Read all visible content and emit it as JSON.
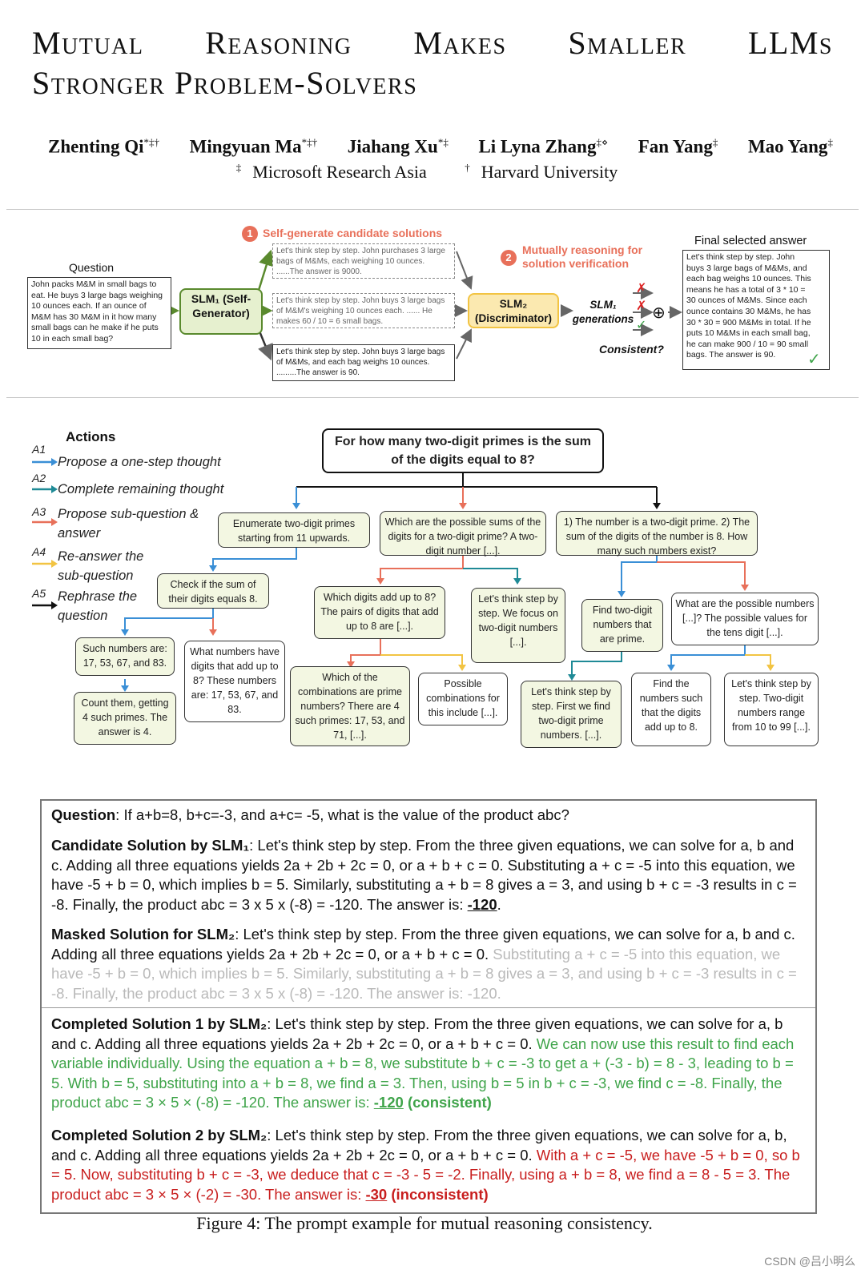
{
  "title": {
    "line1_words": [
      "Mutual",
      "Reasoning",
      "Makes",
      "Smaller",
      "LLMs"
    ],
    "line2": "Stronger Problem-Solvers"
  },
  "authors": [
    {
      "name": "Zhenting Qi",
      "sup": "*‡†"
    },
    {
      "name": "Mingyuan Ma",
      "sup": "*‡†"
    },
    {
      "name": "Jiahang Xu",
      "sup": "*‡"
    },
    {
      "name": "Li Lyna Zhang",
      "sup": "‡⋄"
    },
    {
      "name": "Fan Yang",
      "sup": "‡"
    },
    {
      "name": "Mao Yang",
      "sup": "‡"
    }
  ],
  "affiliations": [
    {
      "sup": "‡",
      "name": "Microsoft Research Asia"
    },
    {
      "sup": "†",
      "name": "Harvard University"
    }
  ],
  "fig1": {
    "step1_num": "1",
    "step1_label": "Self-generate candidate solutions",
    "step2_num": "2",
    "step2_label": "Mutually reasoning for solution verification",
    "question_label": "Question",
    "question_text": "John packs M&M in small bags to eat. He buys 3 large bags weighing 10 ounces each. If an ounce of M&M has 30 M&M in it how many small bags can he make if he puts 10 in each small bag?",
    "generator_label": "SLM₁ (Self-Generator)",
    "candidates": [
      "Let's think step by step. John purchases 3 large bags of M&Ms, each weighing 10 ounces. ......The answer is 9000.",
      "Let's think step by step. John buys 3 large bags of M&M's weighing 10 ounces each. ...... He makes 60 / 10 = 6 small bags.",
      "Let's think step by step. John buys 3 large bags of M&Ms, and each bag weighs 10 ounces. .........The answer is 90."
    ],
    "discriminator_label": "SLM₂ (Discriminator)",
    "generations_label": "SLM₁ generations",
    "consistent_label": "Consistent?",
    "cross_mark": "✗",
    "check_mark": "✓",
    "plus_mark": "⊕",
    "final_label": "Final selected answer",
    "final_text": "Let's think step by step. John buys 3 large bags of M&Ms, and each bag weighs 10 ounces. This means he has a total of 3 * 10 = 30 ounces of M&Ms. Since each ounce contains 30 M&Ms, he has 30 * 30 = 900 M&Ms in total. If he puts 10 M&Ms in each small bag, he can make 900 / 10 = 90 small bags. The answer is 90."
  },
  "fig2": {
    "actions_title": "Actions",
    "actions": [
      {
        "code": "A1",
        "label": "Propose a one-step thought",
        "color": "#3a8fd6"
      },
      {
        "code": "A2",
        "label": "Complete remaining thought",
        "color": "#1f8a96"
      },
      {
        "code": "A3",
        "label": "Propose sub-question & answer",
        "color": "#e8705a"
      },
      {
        "code": "A4",
        "label": "Re-answer the sub-question",
        "color": "#f2c443"
      },
      {
        "code": "A5",
        "label": "Rephrase the question",
        "color": "#111111"
      }
    ],
    "root": "For how many two-digit primes is the sum of the digits equal to 8?",
    "nodes": {
      "n1": "Enumerate two-digit primes starting from 11 upwards.",
      "n2": "Which are the possible sums of the digits for a two-digit prime? A two-digit number [...].",
      "n3": "1) The number is a two-digit prime. 2) The sum of the digits of the number is 8. How many such numbers exist?",
      "n4": "Check if the sum of their digits equals 8.",
      "n5": "Which digits add up to 8? The pairs of digits that add up to 8 are [...].",
      "n6": "Let's think step by step. We focus on two-digit numbers [...].",
      "n7": "Find two-digit numbers that are prime.",
      "n8": "What are the possible numbers [...]? The possible values for the tens digit [...].",
      "n9": "Such numbers are: 17, 53, 67, and 83.",
      "n10": "What numbers have digits that add up to 8? These numbers are: 17, 53, 67, and 83.",
      "n11": "Which of the combinations are prime numbers? There are 4 such primes: 17, 53, and 71, [...].",
      "n12": "Possible combinations for this include [...].",
      "n13": "Let's think step by step. First we find two-digit prime numbers. [...].",
      "n14": "Find the numbers such that the digits add up to 8.",
      "n15": "Let's think step by step. Two-digit numbers range from 10 to 99 [...].",
      "n16": "Count them, getting 4 such primes. The answer is 4."
    }
  },
  "fig3": {
    "q_label": "Question",
    "q_text": ": If a+b=8, b+c=-3, and a+c= -5, what is the value of the product abc?",
    "cand_label": "Candidate Solution by SLM₁",
    "cand_text": ": Let's think step by step. From the three given equations, we can solve for a, b and c. Adding all three equations yields 2a + 2b + 2c = 0, or a + b + c = 0. Substituting a + c = -5 into this equation, we have -5 + b = 0, which implies b = 5. Similarly, substituting a + b = 8 gives a = 3, and using b + c = -3 results in c = -8. Finally, the product abc = 3 x 5 x (-8) = -120. The answer is: ",
    "cand_answer": "-120",
    "cand_end": ".",
    "masked_label": "Masked Solution for SLM₂",
    "masked_kept": ": Let's think step by step. From the three given equations, we can solve for a, b and c. Adding all three equations yields 2a + 2b + 2c = 0, or a + b + c = 0. ",
    "masked_grey": "Substituting a + c = -5 into this equation, we have -5 + b = 0, which implies b = 5. Similarly, substituting a + b = 8 gives a = 3, and using b + c = -3 results in c = -8. Finally, the product abc = 3 x 5 x (-8) = -120. The answer is: -120.",
    "comp1_label": "Completed Solution 1 by SLM₂",
    "comp1_kept": ": Let's think step by step. From the three given equations, we can solve for a, b and c. Adding all three equations yields 2a + 2b + 2c = 0, or a + b + c = 0. ",
    "comp1_green": "We can now use this result to find each variable individually. Using the equation a + b = 8, we substitute b + c = -3 to get a + (-3 - b) = 8 - 3, leading to b = 5. With b = 5, substituting into a + b = 8, we find a = 3. Then, using b = 5 in b + c = -3, we find c = -8. Finally, the product abc = 3 × 5 × (-8) = -120. The answer is: ",
    "comp1_answer": "-120",
    "comp1_tag": "(consistent)",
    "comp2_label": "Completed Solution 2 by SLM₂",
    "comp2_kept": ": Let's think step by step. From the three given equations, we can solve for a, b, and c. Adding all three equations yields 2a + 2b + 2c = 0, or a + b + c = 0. ",
    "comp2_red": "With a + c = -5, we have -5 + b = 0, so b = 5. Now, substituting b + c = -3, we deduce that c = -3 - 5 = -2. Finally, using a + b = 8, we find a = 8 - 5 = 3. The product abc = 3 × 5 × (-2) = -30. The answer is: ",
    "comp2_answer": "-30",
    "comp2_tag": "(inconsistent)"
  },
  "caption": "Figure 4: The prompt example for mutual reasoning consistency.",
  "watermark": "CSDN @吕小明么",
  "colors": {
    "accent_orange": "#e8705a",
    "green": "#3fa44a",
    "red": "#c81e1e",
    "slm1_fill": "#e6f0cf",
    "slm2_fill": "#fbe9b0"
  }
}
